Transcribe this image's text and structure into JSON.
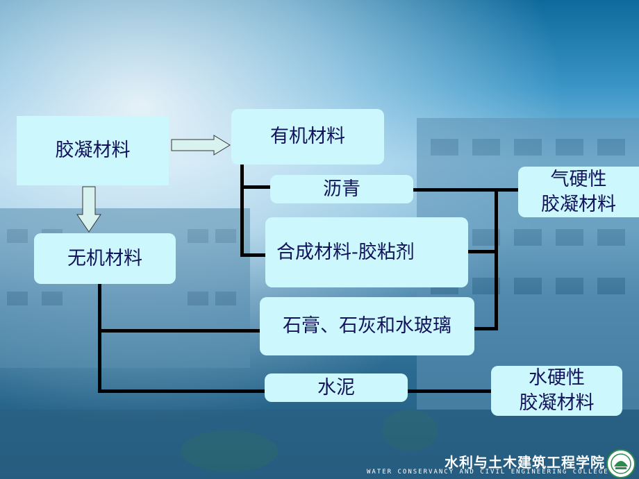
{
  "nodes": {
    "binder": "胶凝材料",
    "organic": "有机材料",
    "inorganic": "无机材料",
    "asphalt": "沥青",
    "synthetic": "合成材料-胶粘剂",
    "gypsum": "石膏、石灰和水玻璃",
    "cement": "水泥",
    "air_hardening_line1": "气硬性",
    "air_hardening_line2": "胶凝材料",
    "hydraulic_line1": "水硬性",
    "hydraulic_line2": "胶凝材料"
  },
  "footer": {
    "college_cn": "水利与土木建筑工程学院",
    "college_en": "WATER CONSERVANCY AND CIVIL ENGINEERING COLLEGE",
    "logo_icon": "college-emblem-icon"
  },
  "colors": {
    "box_fill": "#ccf7fc",
    "box_text": "#13135c",
    "connector": "#000000",
    "arrow_fill": "#d8f3ef"
  }
}
